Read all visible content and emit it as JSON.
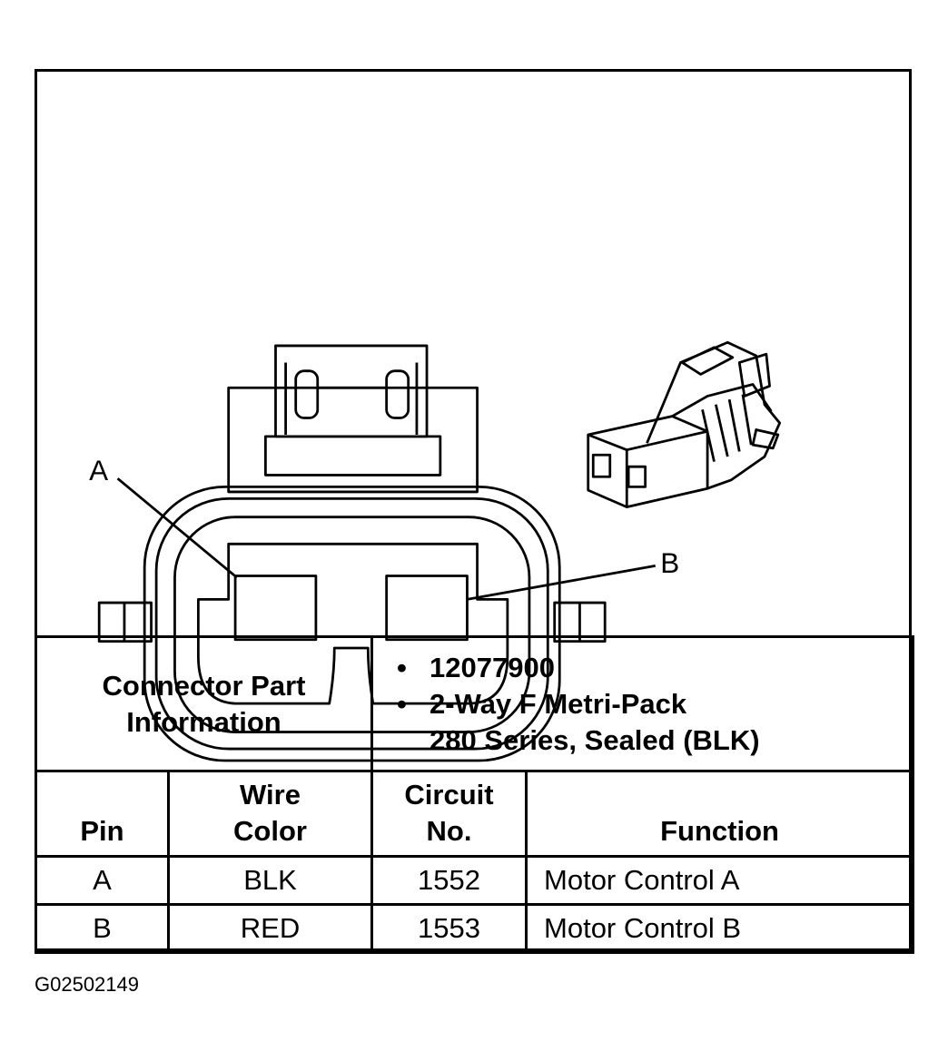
{
  "diagram": {
    "pin_labels": [
      "A",
      "B"
    ]
  },
  "table": {
    "part_header": "Connector Part Information",
    "part_header_line1": "Connector Part",
    "part_header_line2": "Information",
    "part_items": [
      "12077900",
      "2-Way F Metri-Pack",
      "280 Series, Sealed (BLK)"
    ],
    "columns": {
      "pin": "Pin",
      "wire_color_1": "Wire",
      "wire_color_2": "Color",
      "circuit_1": "Circuit",
      "circuit_2": "No.",
      "function": "Function"
    },
    "rows": [
      {
        "pin": "A",
        "wire_color": "BLK",
        "circuit": "1552",
        "function": "Motor Control A"
      },
      {
        "pin": "B",
        "wire_color": "RED",
        "circuit": "1553",
        "function": "Motor Control B"
      }
    ]
  },
  "figure_id": "G02502149"
}
